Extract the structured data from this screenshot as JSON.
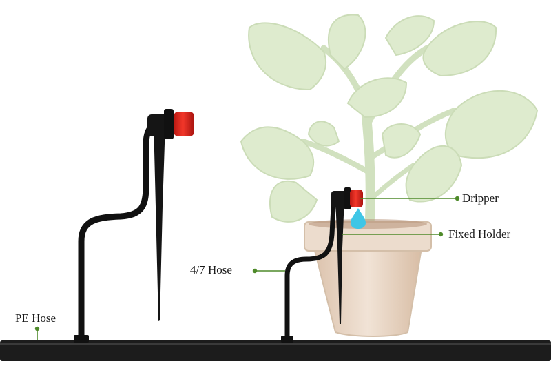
{
  "labels": {
    "dripper": "Dripper",
    "fixed_holder": "Fixed Holder",
    "hose_4_7": "4/7 Hose",
    "pe_hose": "PE Hose"
  },
  "colors": {
    "leader_line": "#4e8a2a",
    "pe_hose": "#1c1c1c",
    "dripper_cap": "#e3261c",
    "water_drop": "#3fc6e6",
    "plant": "#d9e8c6",
    "pot": "#e9d8c7"
  }
}
